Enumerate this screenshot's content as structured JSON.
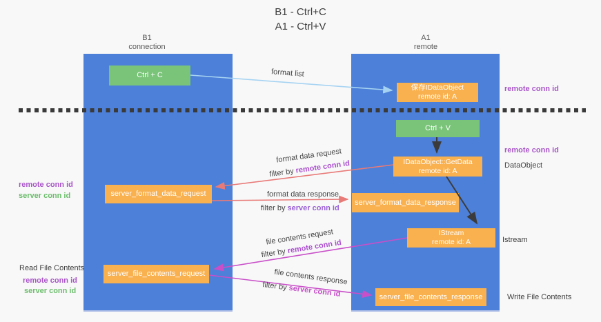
{
  "title": {
    "line1": "B1 - Ctrl+C",
    "line2": "A1 - Ctrl+V"
  },
  "columns": {
    "left": {
      "name": "B1",
      "role": "connection"
    },
    "right": {
      "name": "A1",
      "role": "remote"
    }
  },
  "nodes": {
    "ctrl_c": "Ctrl + C",
    "ctrl_v": "Ctrl + V",
    "save_idataobject": {
      "line1": "保存IDataObject",
      "line2": "remote id: A"
    },
    "idataobject_getdata": {
      "line1": "IDataObject::GetData",
      "line2": "remote id: A"
    },
    "istream": {
      "line1": "IStream",
      "line2": "remote id: A"
    },
    "server_format_data_request": "server_format_data_request",
    "server_format_data_response": "server_format_data_response",
    "server_file_contents_request": "server_file_contents_request",
    "server_file_contents_response": "server_file_contents_response"
  },
  "edge_labels": {
    "format_list": "format list",
    "format_data_request": "format data request",
    "format_data_response": "format data response",
    "file_contents_request": "file contents request",
    "file_contents_response": "file contents response",
    "filter_by": "filter by ",
    "remote_conn_id": "remote conn id",
    "server_conn_id": "server conn id"
  },
  "side_labels": {
    "remote_conn_id": "remote conn id",
    "server_conn_id": "server conn id",
    "read_file_contents": "Read File Contents",
    "dataobject": "DataObject",
    "istream": "Istream",
    "write_file_contents": "Write File Contents"
  },
  "colors": {
    "column_blue": "#4d80d8",
    "box_orange": "#f9b04e",
    "box_green": "#79c479",
    "arrow_light_blue": "#a6d3f2",
    "arrow_salmon": "#e87a78",
    "arrow_magenta": "#c94fc9",
    "arrow_black": "#3b3b3b",
    "remote_conn_purple": "#a855c8",
    "server_conn_green": "#6cbd6c"
  }
}
